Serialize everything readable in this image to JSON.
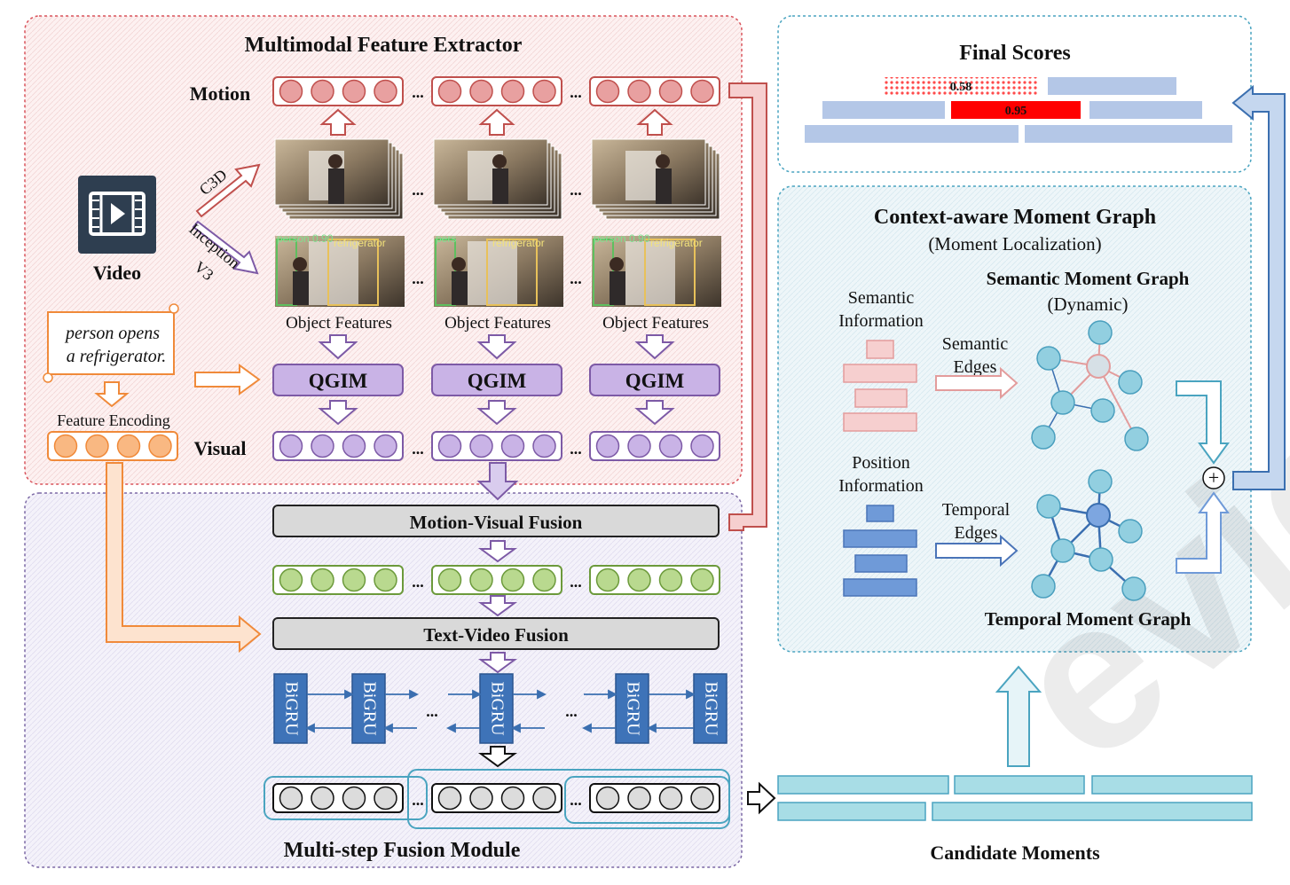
{
  "extractor": {
    "title": "Multimodal Feature Extractor",
    "motion_label": "Motion",
    "visual_label": "Visual",
    "video_label": "Video",
    "c3d_label": "C3D",
    "inception_label_1": "Inception",
    "inception_label_2": "V3",
    "query_line_1": "person opens",
    "query_line_2": "a refrigerator.",
    "feature_encoding_label": "Feature Encoding",
    "object_features_label": "Object Features",
    "qgim_label": "QGIM",
    "detection_labels": [
      "person 0.90",
      "refrigerator",
      "pers",
      "refrigerator",
      "person 0.90",
      "refrigerator"
    ],
    "ellipsis": "..."
  },
  "fusion": {
    "title": "Multi-step Fusion Module",
    "motion_visual_label": "Motion-Visual  Fusion",
    "text_video_label": "Text-Video  Fusion",
    "bigru_label": "BiGRU"
  },
  "scores": {
    "title": "Final Scores",
    "value_low": "0.58",
    "value_high": "0.95"
  },
  "graph": {
    "title": "Context-aware Moment Graph",
    "subtitle": "(Moment Localization)",
    "semantic_graph_title": "Semantic Moment Graph",
    "semantic_graph_subtitle": "(Dynamic)",
    "semantic_info_1": "Semantic",
    "semantic_info_2": "Information",
    "semantic_edges_1": "Semantic",
    "semantic_edges_2": "Edges",
    "position_info_1": "Position",
    "position_info_2": "Information",
    "temporal_edges_1": "Temporal",
    "temporal_edges_2": "Edges",
    "temporal_graph_title": "Temporal Moment Graph",
    "plus_symbol": "+"
  },
  "candidates": {
    "label": "Candidate Moments"
  },
  "colors": {
    "motion": "#c0504d",
    "motion_fill": "#e8a0a0",
    "visual": "#7d5aa6",
    "visual_fill": "#c9b3e6",
    "fused": "#6c9a3b",
    "fused_fill": "#b9d98f",
    "encoding": "#f08a3a",
    "encoding_fill": "#f9b882",
    "bigru": "#3b6fb0",
    "candidate": "#a8dde6",
    "score_bar": "#b4c7e7",
    "score_high": "#ff0000"
  }
}
